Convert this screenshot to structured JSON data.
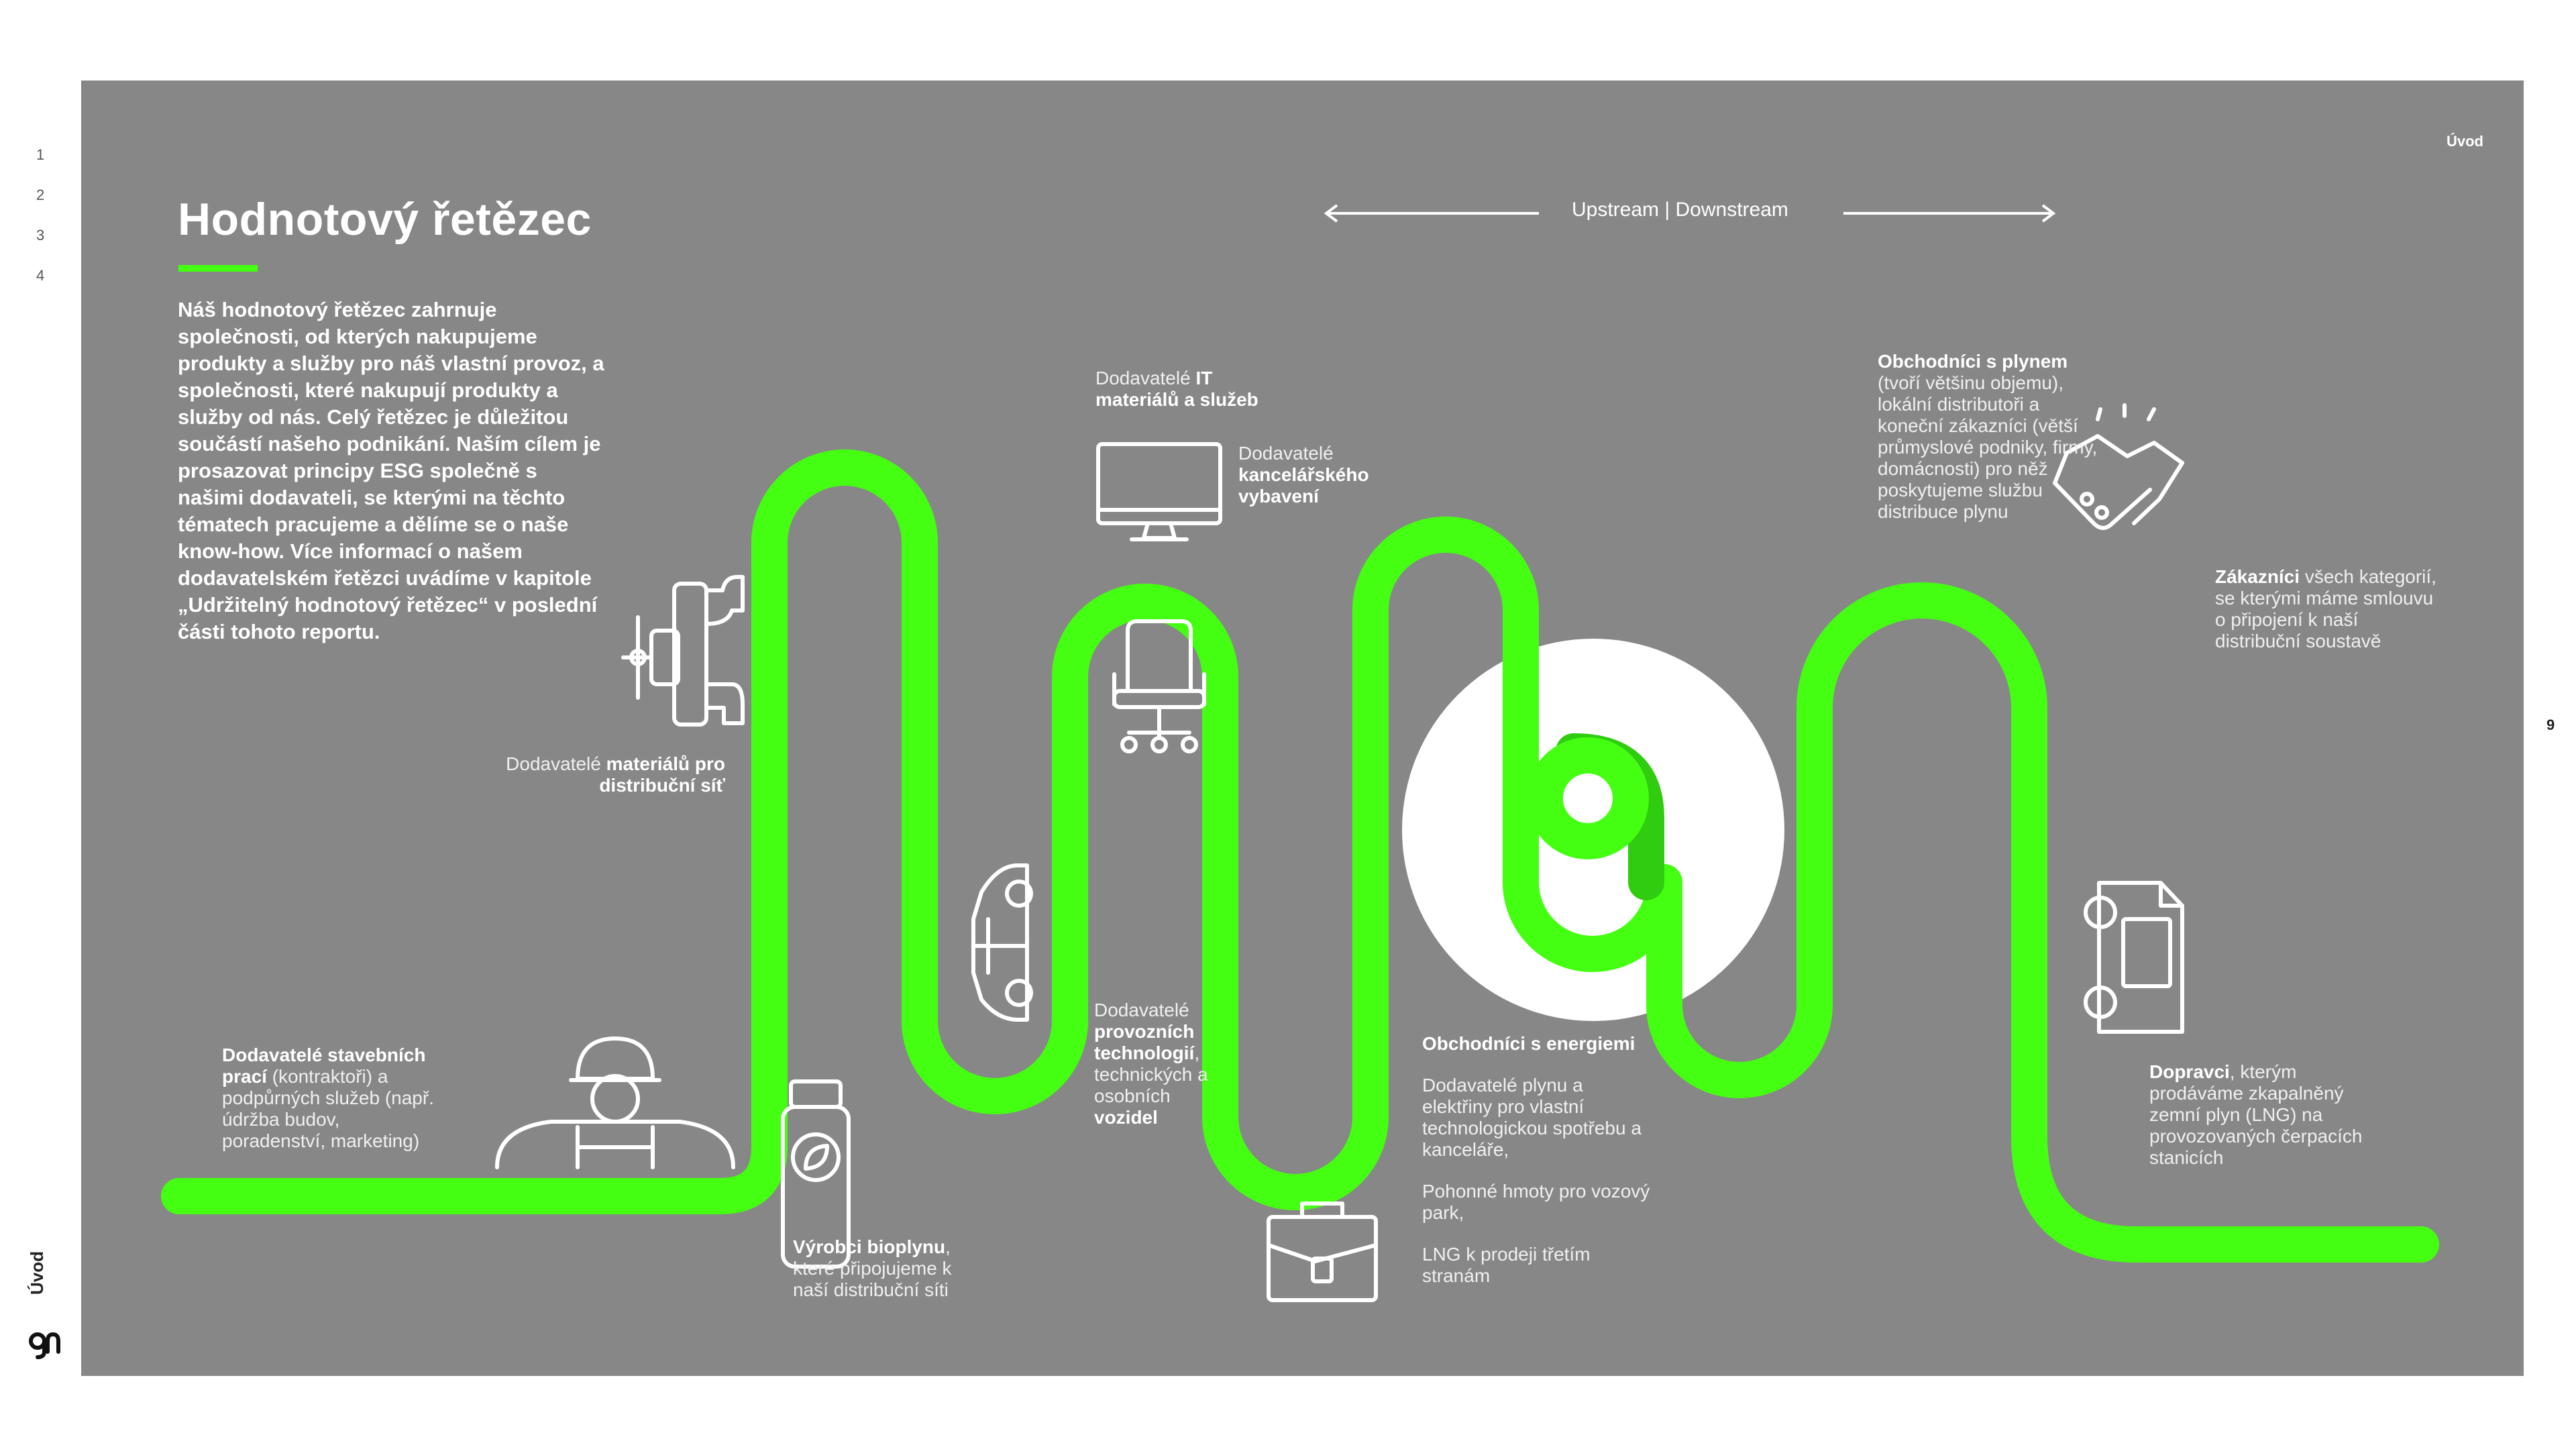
{
  "nav": {
    "pages": [
      "1",
      "2",
      "3",
      "4"
    ]
  },
  "side": {
    "section": "Úvod"
  },
  "page_number": "9",
  "header": {
    "section": "Úvod"
  },
  "title": "Hodnotový řetězec",
  "intro": "Náš hodnotový řetězec zahrnuje společnosti, od kterých nakupujeme produkty a služby pro náš vlastní provoz, a společnosti, které nakupují produkty a služby od nás. Celý řetězec je důležitou součástí našeho podnikání. Naším cílem je prosazovat principy ESG společně s našimi dodavateli, se kterými na těchto tématech pracujeme a dělíme se o naše know-how. Více informací o našem dodavatelském řetězci uvádíme v kapitole „Udržitelný hodnotový řetězec“ v poslední části tohoto reportu.",
  "stream": {
    "label": "Upstream | Downstream"
  },
  "colors": {
    "panel": "#878787",
    "accent": "#44ff11",
    "text": "#ffffff"
  },
  "stations": {
    "construction": {
      "bold": "Dodavatelé stavebních prací",
      "rest": " (kontraktoři) a podpůrných služeb (např. údržba budov, poradenství, marketing)",
      "icon": "construction-worker-icon"
    },
    "distribution": {
      "plain": "Dodavatelé ",
      "bold": "materiálů pro distribuční síť",
      "icon": "pipe-valve-icon"
    },
    "biogas": {
      "bold": "Výrobci bioplynu",
      "rest": ", které připojujeme k naší distribuční síti",
      "icon": "biogas-cylinder-icon"
    },
    "vehicles": {
      "plain": "Dodavatelé ",
      "bold1": "provozních technologií",
      "mid": ", technických a osobních ",
      "bold2": "vozidel",
      "icon": "car-icon"
    },
    "it": {
      "plain": "Dodavatelé ",
      "bold": "IT materiálů a služeb",
      "icon": "monitor-icon"
    },
    "office": {
      "plain": "Dodavatelé ",
      "bold": "kancelářského vybavení",
      "icon": "office-chair-icon"
    },
    "energy": {
      "bold": "Obchodníci s energiemi",
      "items": [
        "Dodavatelé plynu a elektřiny pro vlastní technologickou spotřebu a kanceláře,",
        "Pohonné hmoty pro vozový park,",
        "LNG k prodeji třetím stranám"
      ],
      "icon": "briefcase-icon"
    },
    "gas_traders": {
      "bold": "Obchodníci s plynem",
      "rest": " (tvoří většinu objemu), lokální distributoři a koneční zákazníci (větší průmyslové podniky, firmy, domácnosti) pro něž poskytujeme službu distribuce plynu",
      "icon": "handshake-icon"
    },
    "customers": {
      "bold": "Zákazníci",
      "rest": " všech kategorií, se kterými máme smlouvu o připojení k naší distribuční soustavě"
    },
    "carriers": {
      "bold": "Dopravci",
      "rest": ", kterým prodáváme zkapalněný zemní plyn (LNG) na provozovaných čerpacích stanicích",
      "icon": "lng-station-icon"
    }
  },
  "center": {
    "logo": "gasnet-logo-icon"
  }
}
